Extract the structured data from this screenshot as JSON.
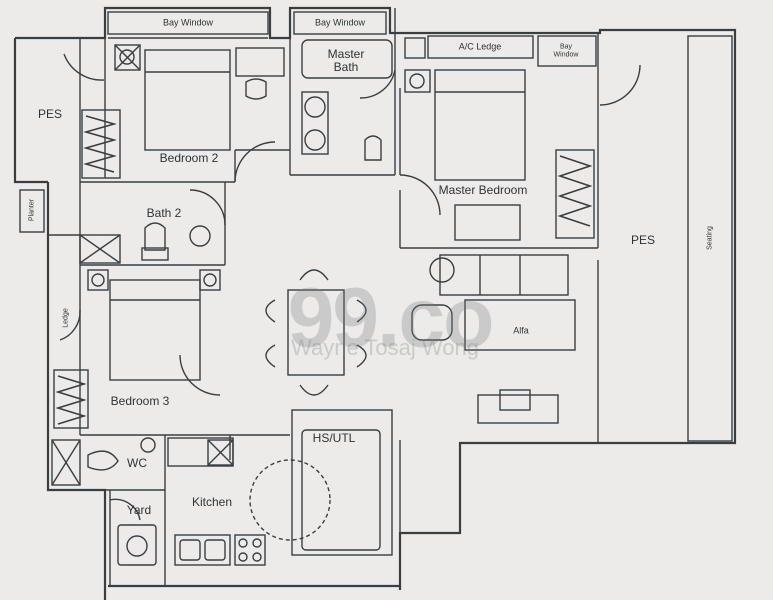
{
  "rooms": {
    "bay_window_1": "Bay Window",
    "bay_window_2": "Bay Window",
    "master_bath": "Master\nBath",
    "ac_ledge": "A/C Ledge",
    "bay_window_3": "Bay\nWindow",
    "pes_left": "PES",
    "bedroom_2": "Bedroom 2",
    "master_bedroom": "Master Bedroom",
    "pes_right": "PES",
    "planter": "Planter",
    "bath_2": "Bath 2",
    "seating": "Seating",
    "ledge": "Ledge",
    "alfa": "Alfa",
    "bedroom_3": "Bedroom 3",
    "hs_utl": "HS/UTL",
    "wc": "WC",
    "yard": "Yard",
    "kitchen": "Kitchen"
  },
  "watermark": {
    "logo": "99.co",
    "text": "Wayne Tosaj Wong"
  }
}
